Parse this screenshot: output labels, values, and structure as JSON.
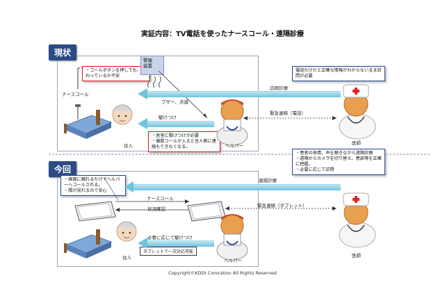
{
  "title": "実証内容：TV電話を使ったナースコール・遠隔診療",
  "sections": {
    "current": {
      "tab": "現状",
      "callout_resident": "・コールボタンを押しても、伝わっているか不安",
      "alarm": "警報装置",
      "nurse_call": "ナースコール",
      "buzzer": "ブザー、点滅",
      "rush": "駆けつけ",
      "callout_helper": "・居室に駆けつけが必要\n・複数コールが入ると住人側に連絡もできなくなる。",
      "callout_doctor": "電話だけだと正確な情報がわからないまま訪問が必要",
      "visit": "訪問診療",
      "emergency": "緊急連絡（電話）",
      "resident": "住人",
      "helper": "ヘルパー",
      "doctor": "医師"
    },
    "new": {
      "tab": "今回",
      "callout_resident": "・画面に触れるだけでヘルパーへコールされる。\n・顔が見れるので安心",
      "nurse_call": "ナースコール",
      "status_check": "状況確認",
      "rush_if_needed": "必要に応じて駆けつけ",
      "tablet_box": "タブレットで一次対応可能",
      "callout_doctor": "・患者の表情、声を聴きながら遠隔診療\n・遠隔からカメラを切り替え、患部等を正確に把握。\n・必要に応じて訪問",
      "remote": "遠隔診療",
      "emergency": "緊急連絡（タブレット）",
      "resident": "住人",
      "helper": "ヘルパー",
      "doctor": "医師"
    }
  },
  "copyright": "Copyright©KDDI Cororation All Rights Reserved"
}
